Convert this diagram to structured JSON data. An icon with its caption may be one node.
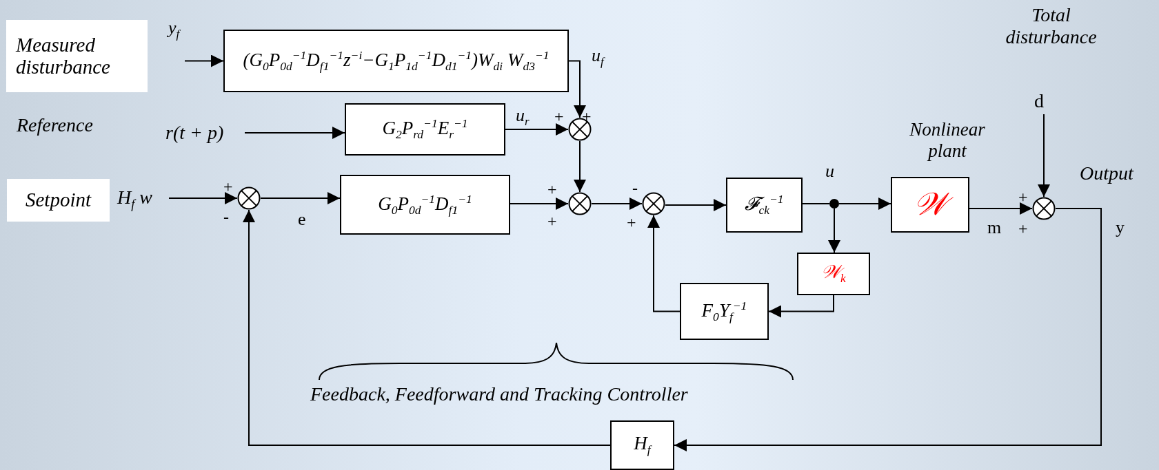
{
  "diagram": {
    "nodes": [
      {
        "text": [
          "Measured disturbance"
        ]
      },
      {
        "text": [
          "(G$_{0}$P$_{0d}$$^{−1}$D$_{f1}$$^{−1}$z$^{−i}$−G$_{1}$P$_{1d}$$^{−1}$D$_{d1}$$^{−1}$)W$_{di}$ W$_{d3}$$^{−1}$"
        ]
      },
      {
        "text": [
          "r(t + p)"
        ]
      },
      {
        "text": [
          "G$_{2}$P$_{rd}$$^{−1}$E$_{r}$$^{−1}$"
        ]
      },
      {
        "text": [],
        "shape": "circle",
        "beside": [
          "+",
          "+"
        ]
      },
      {
        "text": [
          "Setpoint"
        ]
      },
      {
        "text": [
          "H$_{f}$ w"
        ]
      },
      {
        "text": [],
        "shape": "circle",
        "beside": [
          "+",
          "-"
        ]
      },
      {
        "text": [
          "G$_{0}$P$_{0d}$$^{−1}$D$_{f1}$$^{−1}$"
        ]
      },
      {
        "text": [],
        "shape": "circle",
        "beside": [
          "+",
          "+"
        ]
      },
      {
        "text": [],
        "shape": "circle",
        "beside": [
          "-",
          "+"
        ]
      },
      {
        "text": [
          "𝓕$_{ck}$$^{−1}$"
        ]
      },
      {
        "text": [],
        "shape": "circle"
      },
      {
        "text": [
          "Nonlinear plant",
          "𝒲"
        ]
      },
      {
        "text": [
          "𝒲$_{k}$"
        ]
      },
      {
        "text": [
          "F$_{0}$Y$_{f}$$^{−1}$"
        ]
      },
      {
        "text": [
          "d"
        ]
      },
      {
        "text": [],
        "shape": "circle",
        "beside": [
          "+",
          "+"
        ]
      },
      {
        "text": [
          "H$_{f}$"
        ]
      }
    ],
    "edges": [
      {
        "from": null,
        "to": 1,
        "arrow": "to",
        "label": "y$_{f}$"
      },
      {
        "from": 2,
        "to": 3,
        "arrow": "to"
      },
      {
        "from": 1,
        "to": 4,
        "arrow": "to",
        "label": "u$_{f}$"
      },
      {
        "from": 3,
        "to": 4,
        "arrow": "to",
        "label": "u$_{r}$"
      },
      {
        "from": 6,
        "to": 7,
        "arrow": "to"
      },
      {
        "from": 7,
        "to": 8,
        "arrow": "to",
        "label": "e"
      },
      {
        "from": 4,
        "to": 9,
        "arrow": "to"
      },
      {
        "from": 8,
        "to": 9,
        "arrow": "to"
      },
      {
        "from": 9,
        "to": 10,
        "arrow": "to"
      },
      {
        "from": 10,
        "to": 11,
        "arrow": "to"
      },
      {
        "from": 11,
        "to": 12,
        "arrow": "none",
        "label": "u"
      },
      {
        "from": 12,
        "to": 13,
        "arrow": "to"
      },
      {
        "from": 12,
        "to": 14,
        "arrow": "to"
      },
      {
        "from": 14,
        "to": 15,
        "arrow": "to"
      },
      {
        "from": 15,
        "to": 10,
        "arrow": "to"
      },
      {
        "from": 16,
        "to": 17,
        "arrow": "to"
      },
      {
        "from": 13,
        "to": 17,
        "arrow": "to",
        "label": "m"
      },
      {
        "from": 17,
        "to": 18,
        "arrow": "to",
        "label": "y"
      },
      {
        "from": 18,
        "to": 7,
        "arrow": "to"
      }
    ],
    "labels": [
      "Total disturbance",
      "Reference",
      "Output",
      "Feedback, Feedforward and Tracking Controller"
    ]
  }
}
